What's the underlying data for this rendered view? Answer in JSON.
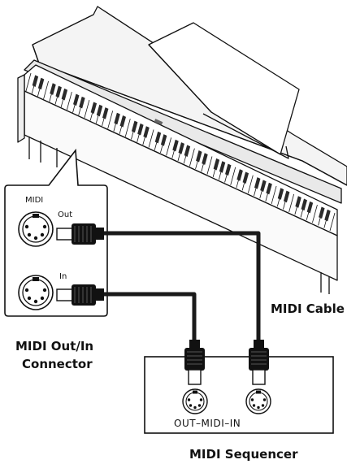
{
  "labels": {
    "midi_cable": "MIDI Cable",
    "midi_out_in_line1": "MIDI Out/In",
    "midi_out_in_line2": "Connector",
    "midi_sequencer": "MIDI Sequencer",
    "panel_midi": "MIDI",
    "panel_out": "Out",
    "panel_in": "In",
    "sequencer_ports": "OUT–MIDI–IN"
  },
  "colors": {
    "line": "#111111",
    "cable": "#1a1a1a",
    "key_black": "#2a2a2a",
    "shade": "#d8d8d8",
    "background": "#ffffff"
  },
  "icons": [
    "digital-piano-illustration",
    "midi-din-jack-icon",
    "midi-plug-icon",
    "midi-cable-icon"
  ]
}
